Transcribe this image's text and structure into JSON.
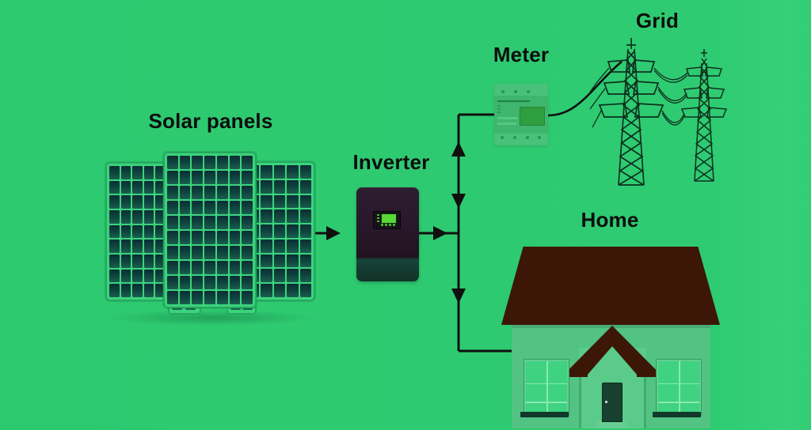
{
  "labels": {
    "solar_panels": "Solar panels",
    "inverter": "Inverter",
    "meter": "Meter",
    "grid": "Grid",
    "home": "Home"
  },
  "diagram": {
    "type": "energy-flow",
    "nodes": [
      "Solar panels",
      "Inverter",
      "Meter",
      "Grid",
      "Home"
    ],
    "connections": [
      {
        "from": "Solar panels",
        "to": "Inverter",
        "style": "arrow"
      },
      {
        "from": "Inverter",
        "to": "Bus junction",
        "style": "arrow"
      },
      {
        "from": "Bus junction",
        "to": "Meter",
        "style": "bidirectional-arrows"
      },
      {
        "from": "Meter",
        "to": "Grid",
        "style": "curved-wire"
      },
      {
        "from": "Bus junction",
        "to": "Home",
        "style": "arrow"
      }
    ]
  },
  "colors": {
    "background": "#2fcb72",
    "wire": "#0f0f0f",
    "panel_frame": "#3bd37d",
    "panel_cell": "#11463f",
    "inverter_body": "#281729",
    "inverter_screen": "#57d837",
    "meter_body": "#3fb56d",
    "meter_display": "#2f9e3e",
    "house_wall": "#52c382",
    "roof_brown": "#3c1707",
    "tower_line": "#0e2f1e"
  }
}
